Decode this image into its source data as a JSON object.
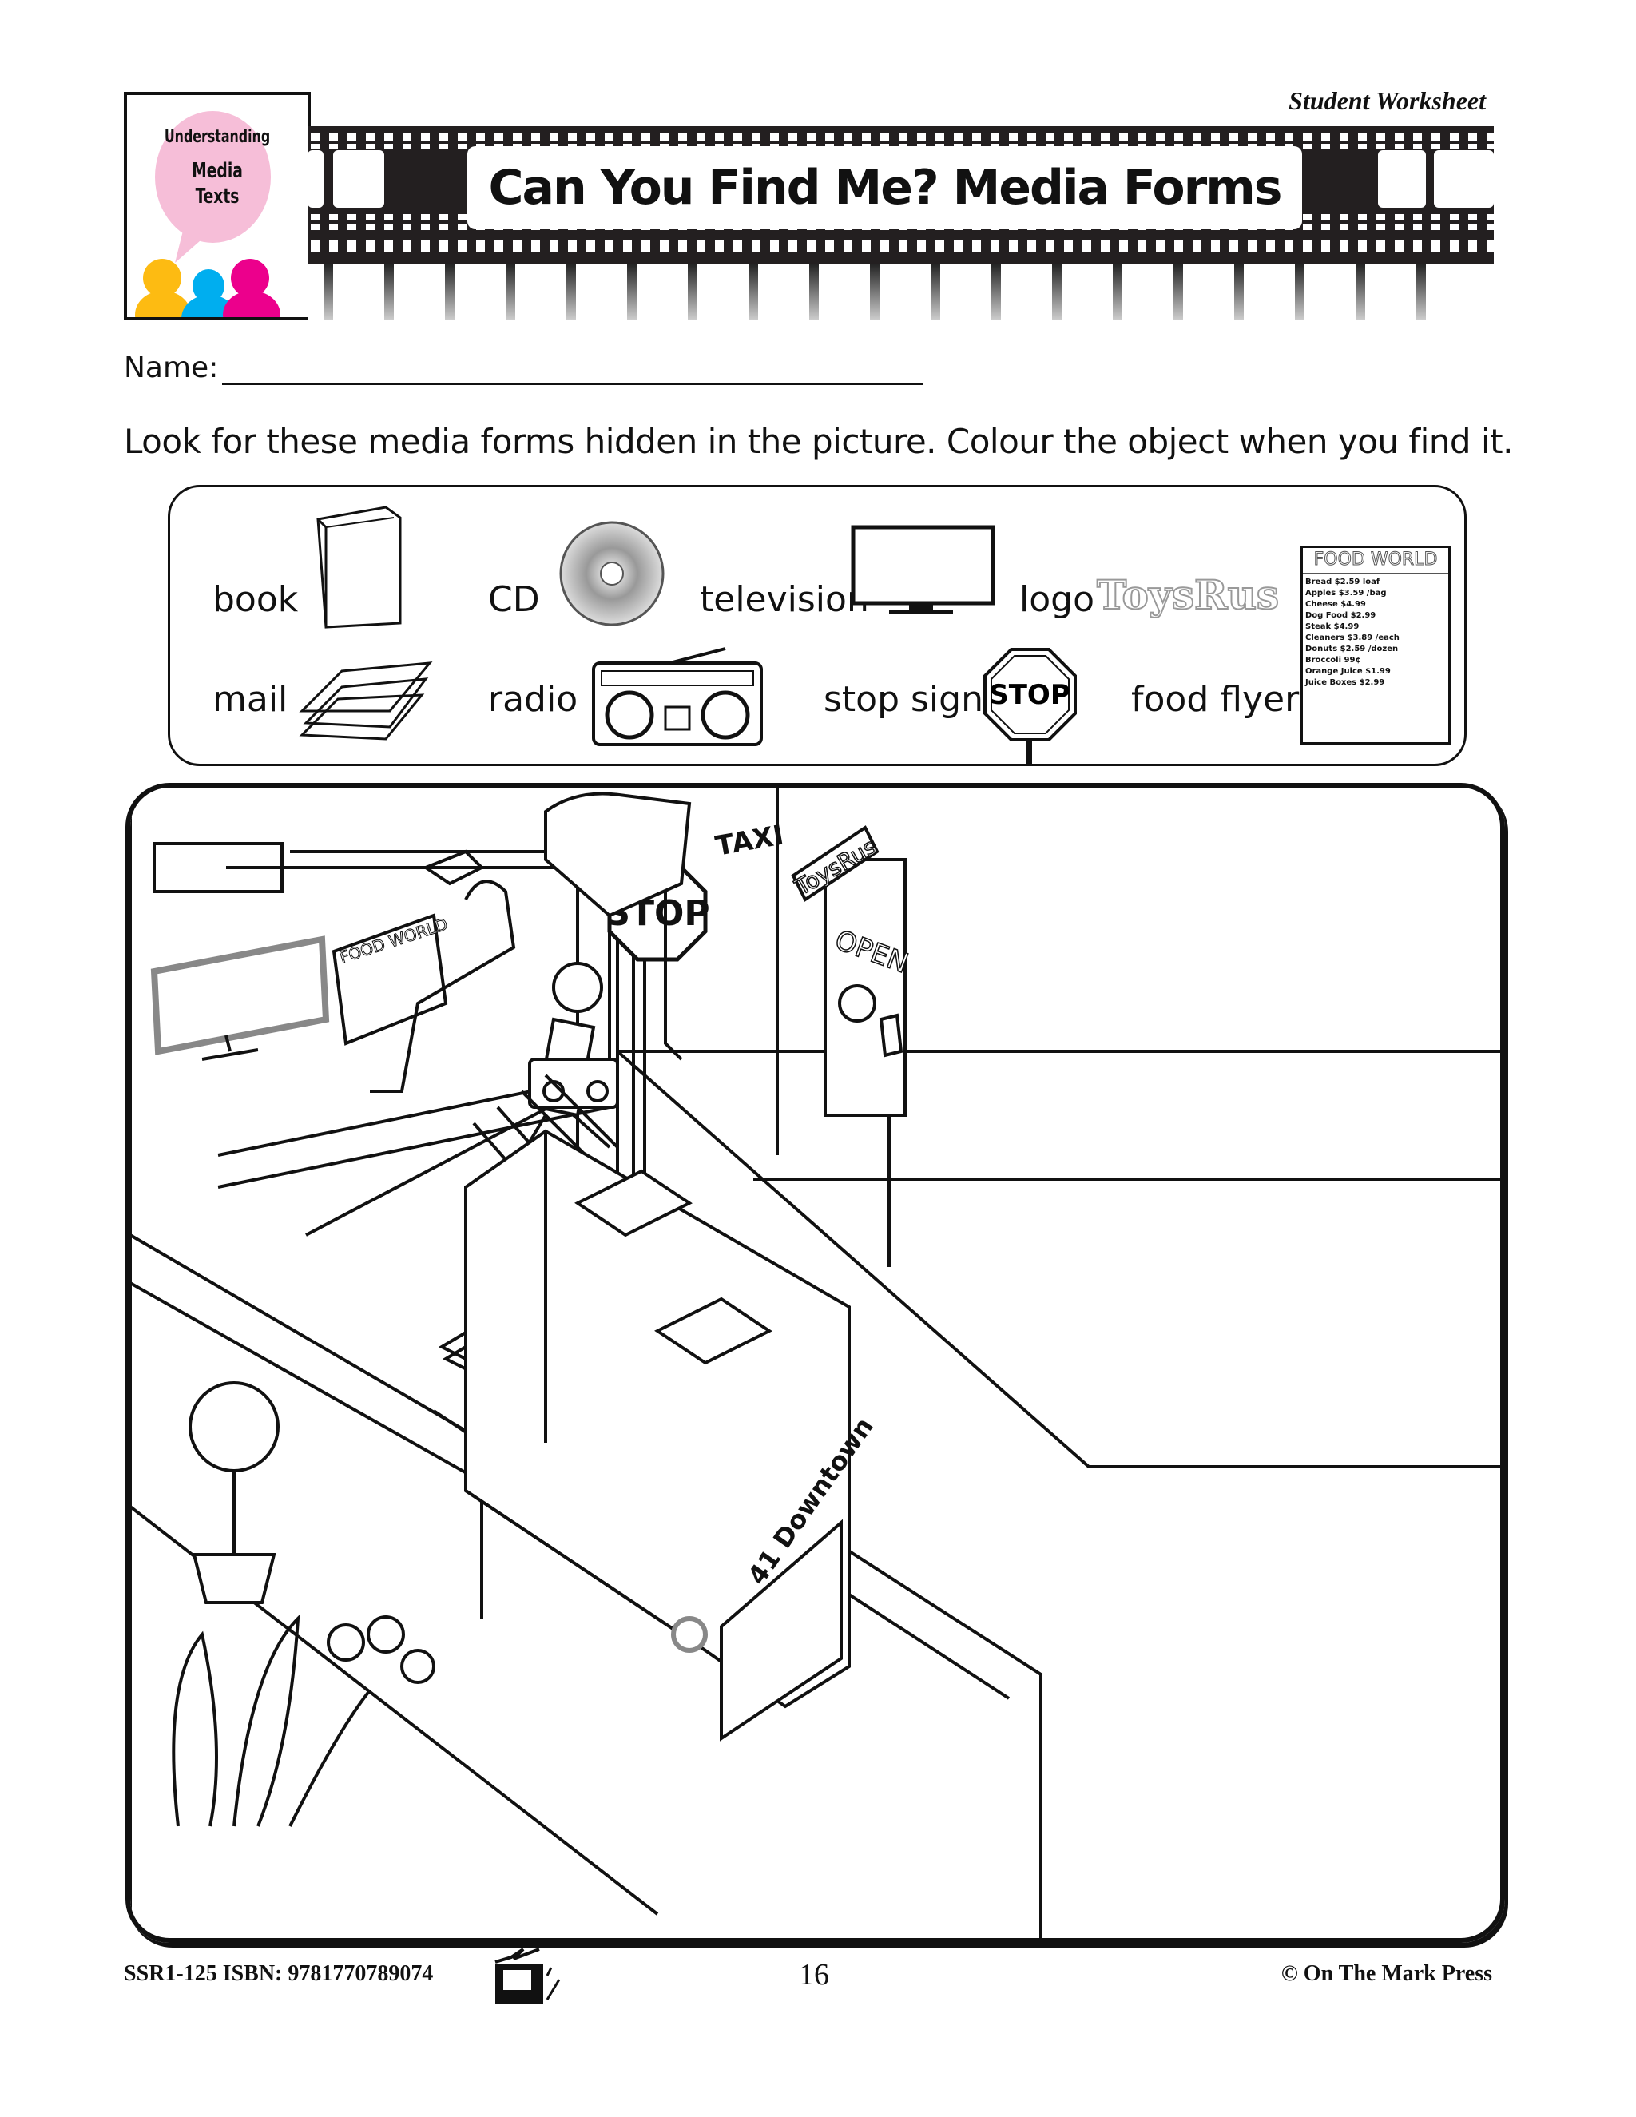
{
  "header": {
    "logo": {
      "line1": "Understanding",
      "line2": "Media",
      "line3": "Texts"
    },
    "worksheet_label": "Student Worksheet",
    "title": "Can You Find Me? Media Forms"
  },
  "name_field": {
    "label": "Name:",
    "value": ""
  },
  "instructions": "Look for these media forms hidden in the picture.  Colour the object when you find it.",
  "legend": {
    "items": [
      {
        "label": "book",
        "icon": "book-icon"
      },
      {
        "label": "CD",
        "icon": "cd-icon"
      },
      {
        "label": "television",
        "icon": "television-icon"
      },
      {
        "label": "logo",
        "icon": "toys-r-us-logo"
      },
      {
        "label": "mail",
        "icon": "mail-icon"
      },
      {
        "label": "radio",
        "icon": "radio-icon"
      },
      {
        "label": "stop sign",
        "icon": "stop-sign-icon"
      },
      {
        "label": "food flyer",
        "icon": "food-flyer-icon"
      }
    ],
    "logo_text": "ToysRus",
    "stop_text": "STOP",
    "flyer": {
      "title": "FOOD WORLD",
      "entries": [
        "Bread $2.59 loaf",
        "Apples $3.59 /bag",
        "Cheese $4.99",
        "Dog Food $2.99",
        "Steak $4.99",
        "Cleaners $3.89 /each",
        "Donuts $2.59 /dozen",
        "Broccoli 99¢",
        "Orange Juice $1.99",
        "Juice Boxes $2.99"
      ]
    }
  },
  "scene": {
    "stop_text": "STOP",
    "taxi_text": "TAXI",
    "store_logo": "ToysRus",
    "open_sign": "OPEN",
    "bus_sign": "41 Downtown",
    "flyer_title": "FOOD WORLD"
  },
  "footer": {
    "code": "SSR1-125  ISBN: 9781770789074",
    "page_number": "16",
    "copyright": "© On The Mark Press"
  },
  "colors": {
    "logo_pink": "#f6bed8",
    "yellow": "#fdbb12",
    "cyan": "#00aeef",
    "magenta": "#ec008c"
  }
}
